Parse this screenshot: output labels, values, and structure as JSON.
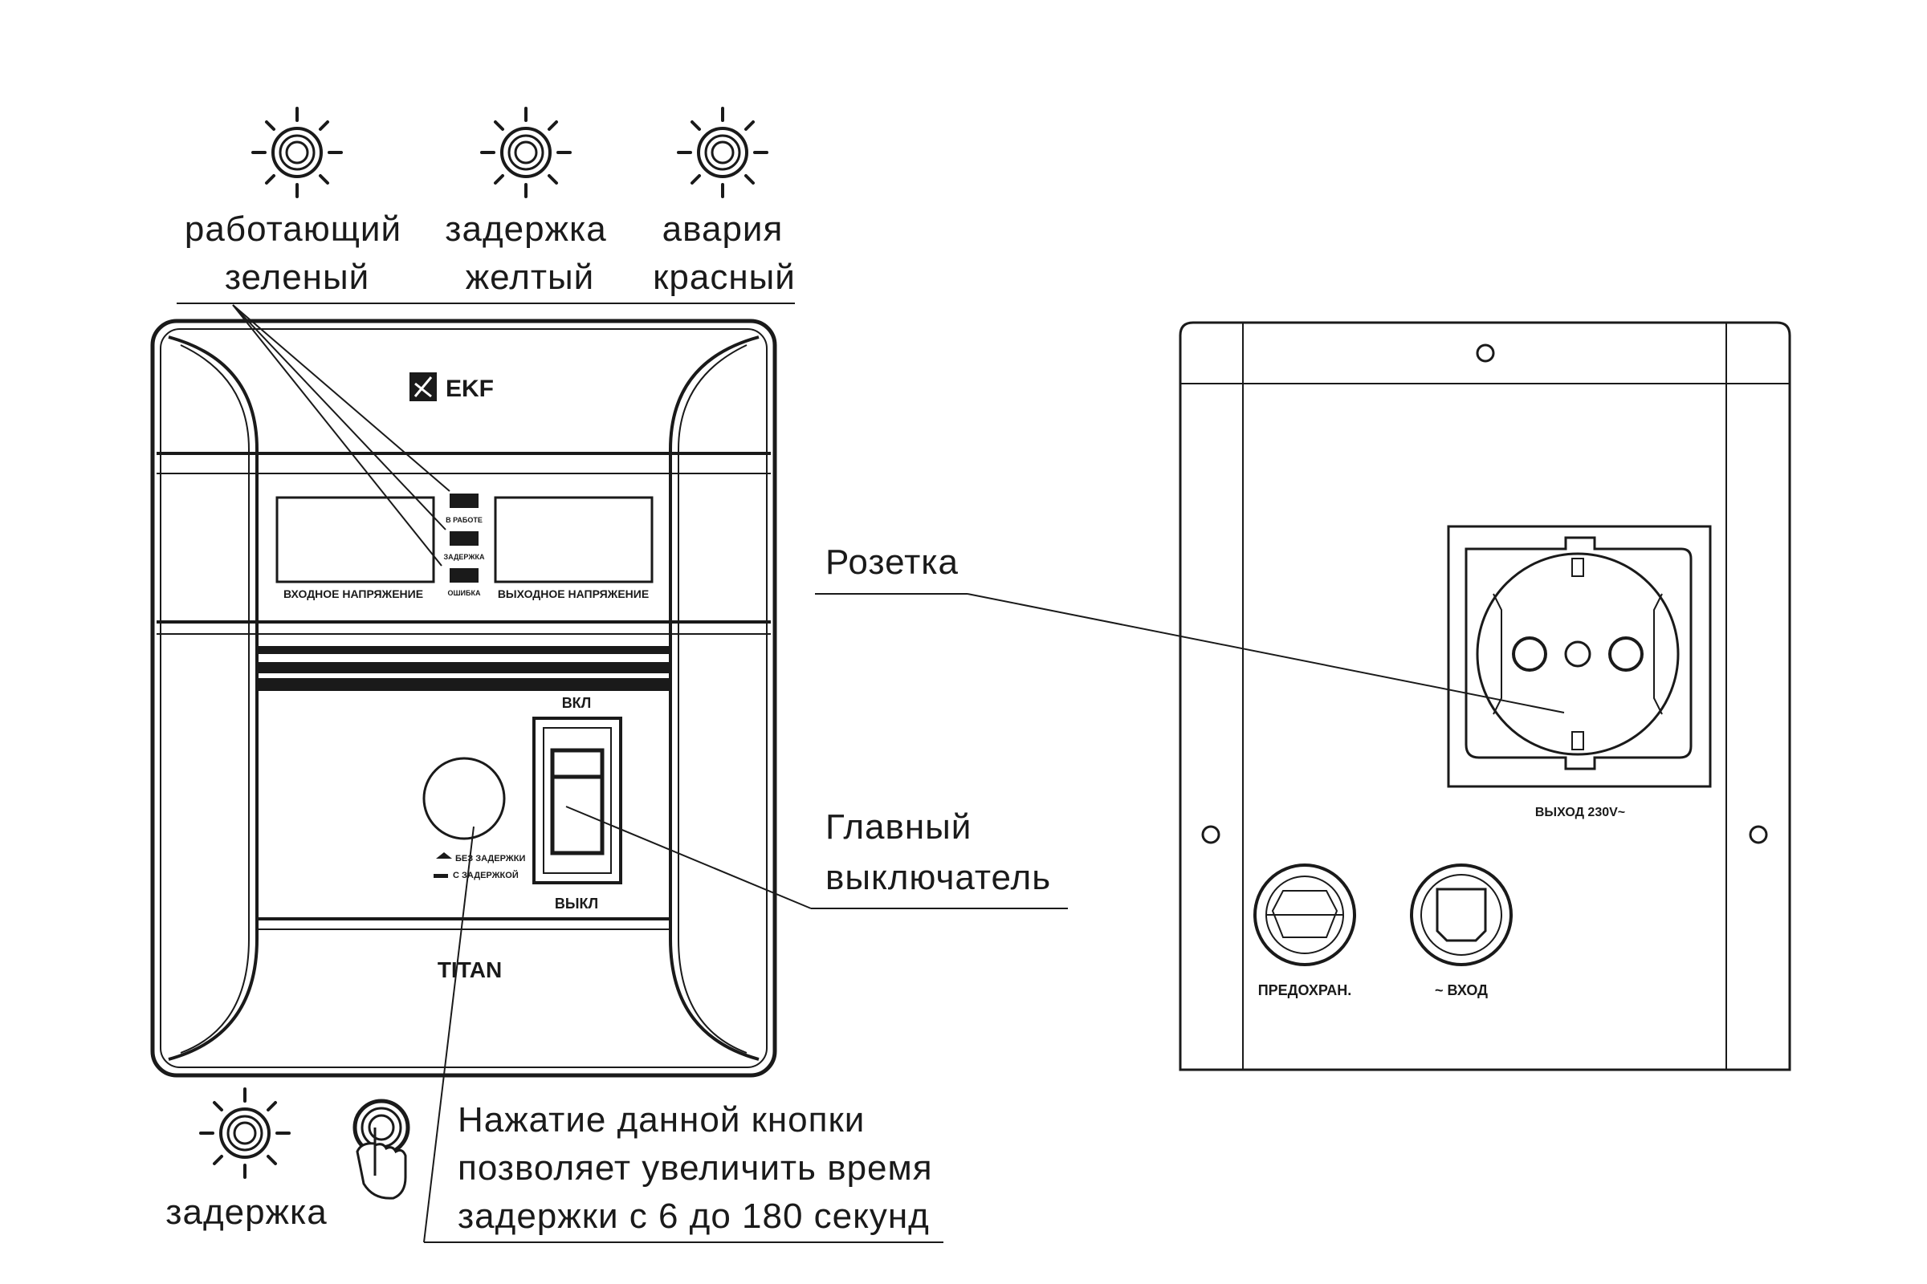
{
  "colors": {
    "ink": "#1a1a1a",
    "paper": "#ffffff"
  },
  "indicators": [
    {
      "name": "working",
      "line1": "работающий",
      "line2": "зеленый"
    },
    {
      "name": "delay",
      "line1": "задержка",
      "line2": "желтый"
    },
    {
      "name": "alarm",
      "line1": "авария",
      "line2": "красный"
    }
  ],
  "front": {
    "brand": "EKF",
    "led_labels": [
      "В РАБОТЕ",
      "ЗАДЕРЖКА",
      "ОШИБКА"
    ],
    "input_display_label": "ВХОДНОЕ НАПРЯЖЕНИЕ",
    "output_display_label": "ВЫХОДНОЕ НАПРЯЖЕНИЕ",
    "switch_on_label": "ВКЛ",
    "switch_off_label": "ВЫКЛ",
    "delay_legend_1": "БЕЗ ЗАДЕРЖКИ",
    "delay_legend_2": "С ЗАДЕРЖКОЙ",
    "model": "TITAN"
  },
  "bottom_left": {
    "delay_label": "задержка"
  },
  "callouts": {
    "socket": "Розетка",
    "main_switch_1": "Главный",
    "main_switch_2": "выключатель",
    "button_note_1": "Нажатие данной кнопки",
    "button_note_2": "позволяет увеличить время",
    "button_note_3": "задержки с 6 до 180 секунд"
  },
  "back": {
    "output_label": "ВЫХОД 230V~",
    "fuse_label": "ПРЕДОХРАН.",
    "input_label": "~ ВХОД"
  }
}
